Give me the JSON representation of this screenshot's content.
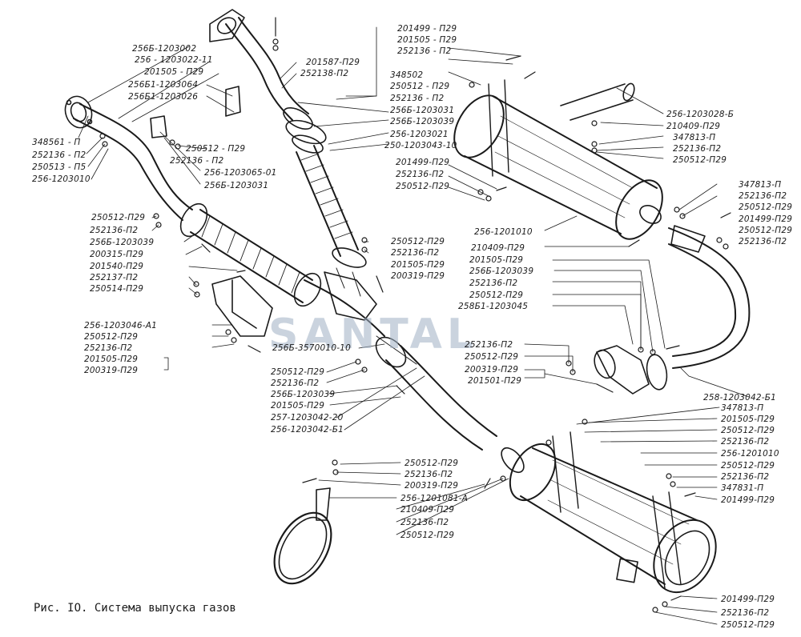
{
  "caption": "Рис. IO. Система выпуска газов",
  "watermark": "SANTAL",
  "colors": {
    "ink": "#1a1a1a",
    "watermark": "#9fb0c4"
  },
  "labels": [
    "256Б-1203002",
    "256 - 1203022-11",
    "201505 - П29",
    "256Б1-1203064",
    "256Б1-1203026",
    "348561 - П",
    "252136 - П2",
    "250513 - П5",
    "256-1203010",
    "250512 - П29",
    "252136 - П2",
    "256-1203065-01",
    "256Б-1203031",
    "201587-П29",
    "252138-П2",
    "348502",
    "250512 - П29",
    "252136 - П2",
    "256Б-1203031",
    "256Б-1203039",
    "256-1203021",
    "250-1203043-10",
    "201499 - П29",
    "201505 - П29",
    "252136 - П2",
    "256-1203028-Б",
    "210409-П29",
    "347813-П",
    "252136-П2",
    "250512-П29",
    "201499-П29",
    "252136-П2",
    "250512-П29",
    "347813-П",
    "252136-П2",
    "250512-П29",
    "201499-П29",
    "250512-П29",
    "252136-П2",
    "250512-П29",
    "252136-П2",
    "256Б-1203039",
    "200315-П29",
    "201540-П29",
    "252137-П2",
    "250514-П29",
    "250512-П29",
    "252136-П2",
    "201505-П29",
    "200319-П29",
    "256-1201010",
    "210409-П29",
    "201505-П29",
    "256Б-1203039",
    "252136-П2",
    "250512-П29",
    "258Б1-1203045",
    "256-1203046-А1",
    "250512-П29",
    "252136-П2",
    "201505-П29",
    "200319-П29",
    "256Б-3570010-10",
    "252136-П2",
    "250512-П29",
    "200319-П29",
    "201501-П29",
    "250512-П29",
    "252136-П2",
    "256Б-1203039",
    "201505-П29",
    "257-1203042-20",
    "256-1203042-Б1",
    "258-1203042-Б1",
    "347813-П",
    "201505-П29",
    "250512-П29",
    "252136-П2",
    "256-1201010",
    "250512-П29",
    "252136-П2",
    "347831-П",
    "201499-П29",
    "250512-П29",
    "252136-П2",
    "200319-П29",
    "256-1201081-А",
    "210409-П29",
    "252136-П2",
    "250512-П29",
    "201499-П29",
    "252136-П2",
    "250512-П29"
  ]
}
